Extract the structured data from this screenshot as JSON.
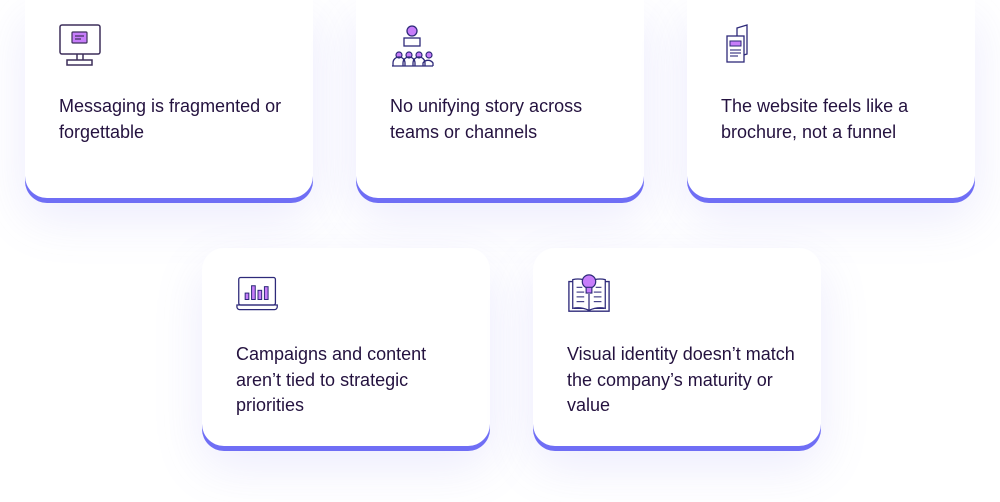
{
  "cards": [
    {
      "icon": "monitor-chat-icon",
      "text": "Messaging is fragmented or forgettable"
    },
    {
      "icon": "presenter-audience-icon",
      "text": "No unifying story across teams or channels"
    },
    {
      "icon": "documents-icon",
      "text": "The website feels like a brochure, not a funnel"
    },
    {
      "icon": "laptop-bar-chart-icon",
      "text": "Campaigns and content aren’t tied to strategic priorities"
    },
    {
      "icon": "book-lightbulb-icon",
      "text": "Visual identity doesn’t match the company’s maturity or value"
    }
  ],
  "colors": {
    "accent": "#6f6ef5",
    "icon_fill": "#c77dfa",
    "icon_stroke": "#2e2a7a",
    "text": "#24123f"
  }
}
